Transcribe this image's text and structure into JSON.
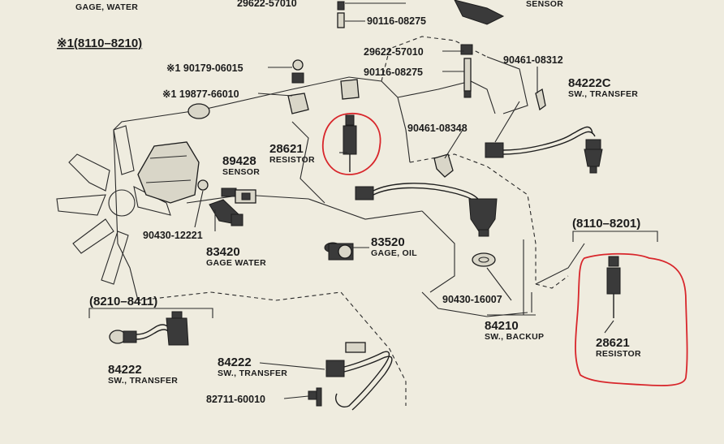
{
  "labels": {
    "gage_water_top": "GAGE, WATER",
    "pn_29622_top": "29622-57010",
    "pn_90116_top": "90116-08275",
    "sensor_top": "SENSOR",
    "range_8110_8210": "※1(8110–8210)",
    "pn_90179": "※1 90179-06015",
    "pn_19877": "※1 19877-66010",
    "pn_29622_mid": "29622-57010",
    "pn_90116_mid": "90116-08275",
    "pn_90461_08312": "90461-08312",
    "pn_84222c": "84222C",
    "sw_transfer_right": "SW., TRANSFER",
    "pn_28621_main": "28621",
    "resistor_main": "RESISTOR",
    "pn_90461_08348": "90461-08348",
    "pn_89428": "89428",
    "sensor_mid": "SENSOR",
    "pn_90430_12221": "90430-12221",
    "pn_83420": "83420",
    "gage_water_mid": "GAGE WATER",
    "pn_83520": "83520",
    "gage_oil": "GAGE, OIL",
    "range_8110_8201": "(8110–8201)",
    "pn_90430_16007": "90430-16007",
    "range_8210_8411": "(8210–8411)",
    "pn_84210": "84210",
    "sw_backup": "SW., BACKUP",
    "pn_28621_alt": "28621",
    "resistor_alt": "RESISTOR",
    "pn_84222_left": "84222",
    "sw_transfer_left": "SW., TRANSFER",
    "pn_84222_bottom": "84222",
    "sw_transfer_bottom": "SW., TRANSFER",
    "pn_82711": "82711-60010"
  },
  "colors": {
    "background": "#efecdf",
    "ink": "#1c1c1c",
    "highlight_circle": "#d8262b"
  }
}
